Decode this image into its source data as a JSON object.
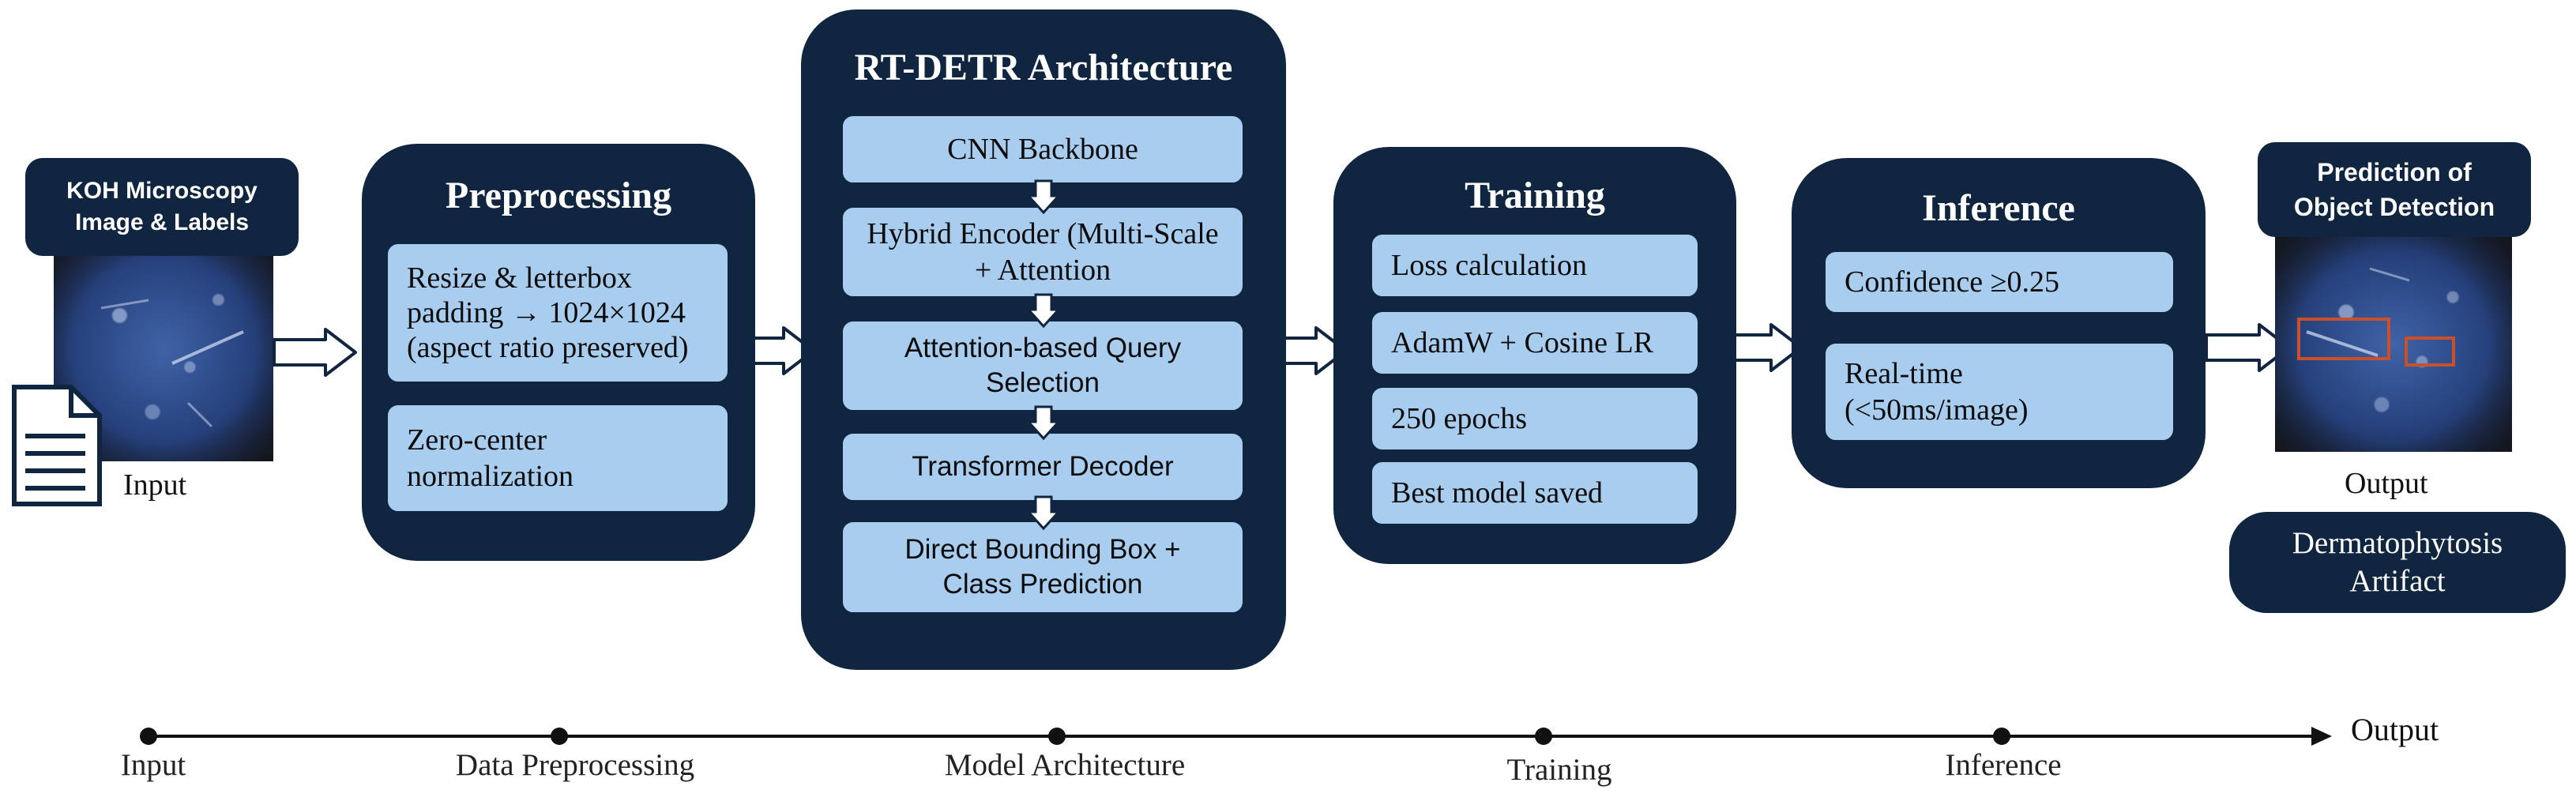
{
  "input": {
    "header": "KOH Microscopy Image & Labels",
    "label": "Input",
    "image_icon": "microscopy-image",
    "doc_icon": "document-icon"
  },
  "preprocessing": {
    "title": "Preprocessing",
    "steps": [
      "Resize & letterbox padding → 1024×1024 (aspect ratio preserved)",
      "Zero-center normalization"
    ]
  },
  "architecture": {
    "title": "RT-DETR Architecture",
    "steps": [
      "CNN Backbone",
      "Hybrid Encoder (Multi-Scale + Attention",
      "Attention-based Query Selection",
      "Transformer Decoder",
      "Direct Bounding Box + Class Prediction"
    ]
  },
  "training": {
    "title": "Training",
    "steps": [
      "Loss calculation",
      "AdamW + Cosine LR",
      "250 epochs",
      "Best model saved"
    ]
  },
  "inference": {
    "title": "Inference",
    "steps": [
      "Confidence ≥0.25",
      "Real-time (<50ms/image)"
    ]
  },
  "output": {
    "header": "Prediction of Object Detection",
    "label": "Output",
    "classes": "Dermatophytosis Artifact",
    "box_color": "#c8502a"
  },
  "timeline": {
    "stages": [
      "Input",
      "Data Preprocessing",
      "Model Architecture",
      "Training",
      "Inference"
    ],
    "end_label": "Output"
  },
  "colors": {
    "panel": "#10253f",
    "box": "#a9cdef",
    "arrow_outline": "#10253f"
  }
}
